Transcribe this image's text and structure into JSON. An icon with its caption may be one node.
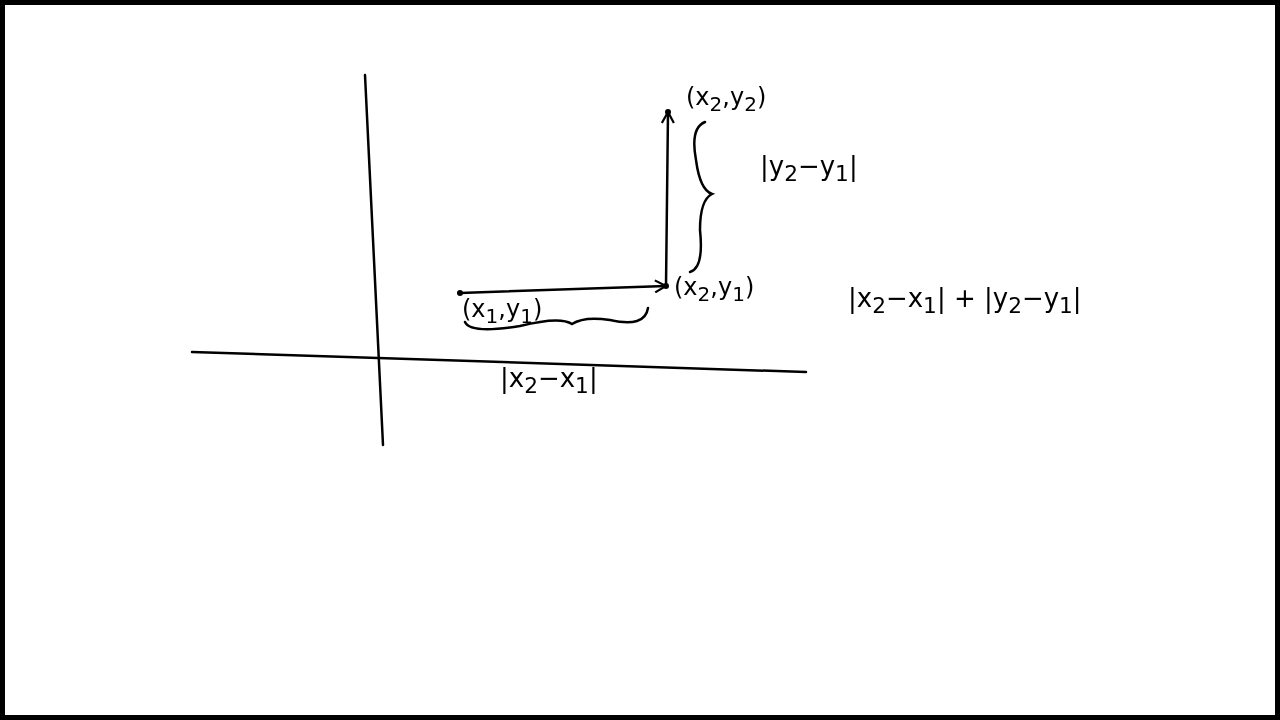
{
  "diagram": {
    "nodes": [
      {
        "text": [
          "(x$_{1}$,y$_{1}$)"
        ]
      },
      {
        "text": [
          "(x$_{2}$,y$_{1}$)"
        ]
      },
      {
        "text": [
          "(x$_{2}$,y$_{2}$)"
        ]
      }
    ],
    "edges": [
      {
        "from": 0,
        "to": 1,
        "arrow": "to"
      },
      {
        "from": 1,
        "to": 2,
        "arrow": "to"
      }
    ],
    "labels": [
      "|y$_{2}$−y$_{1}$|",
      "|x$_{2}$−x$_{1}$|",
      "|x$_{2}$−x$_{1}$| + |y$_{2}$−y$_{1}$|"
    ]
  }
}
